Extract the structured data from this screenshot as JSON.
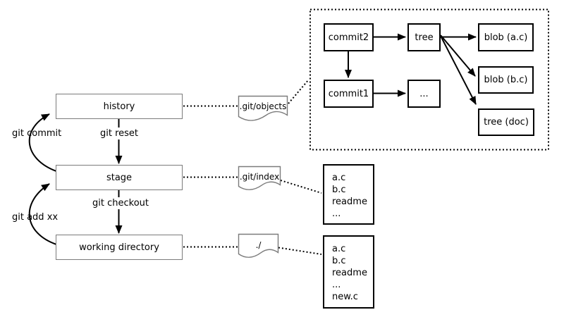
{
  "colors": {
    "gray_border": "#7b7b7b",
    "black": "#000000",
    "background": "#ffffff"
  },
  "flow": {
    "history": "history",
    "stage": "stage",
    "working_directory": "working directory",
    "git_commit": "git commit",
    "git_reset": "git reset",
    "git_checkout": "git checkout",
    "git_add": "git add xx"
  },
  "documents": {
    "objects": ".git/objects",
    "index": ".git/index",
    "workdir": "./"
  },
  "object_graph": {
    "commit2": "commit2",
    "commit1": "commit1",
    "tree": "tree",
    "ellipsis": "...",
    "blob_ac": "blob (a.c)",
    "blob_bc": "blob (b.c)",
    "tree_doc": "tree (doc)"
  },
  "index_list": {
    "items": [
      "a.c",
      "b.c",
      "readme",
      "..."
    ]
  },
  "workdir_list": {
    "items": [
      "a.c",
      "b.c",
      "readme",
      "...",
      "new.c"
    ]
  }
}
